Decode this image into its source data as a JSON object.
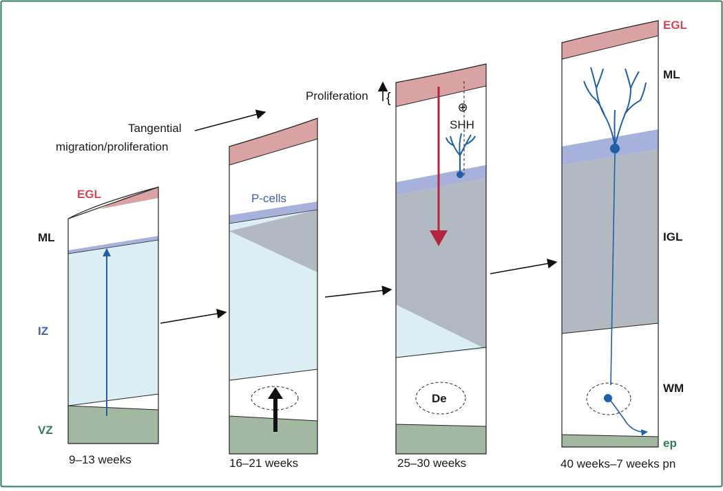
{
  "colors": {
    "frame": "#2e7d5b",
    "egl": "#d9a3a3",
    "pcell": "#a6b1dc",
    "iz": "#dbeef3",
    "igl": "#b3b9c1",
    "vz": "#a3b8a1",
    "neuron": "#1f5fa8",
    "red_arrow": "#b5243f",
    "label_red": "#d64556",
    "label_blue": "#3f5ea8",
    "label_green": "#2e7d5b"
  },
  "stages": [
    {
      "caption": "9–13 weeks"
    },
    {
      "caption": "16–21 weeks"
    },
    {
      "caption": "25–30 weeks"
    },
    {
      "caption": "40 weeks–7 weeks pn"
    }
  ],
  "labels": {
    "egl_left": "EGL",
    "ml_left": "ML",
    "iz": "IZ",
    "vz": "VZ",
    "tangential_line1": "Tangential",
    "tangential_line2": "migration/proliferation",
    "p_cells": "P-cells",
    "proliferation": "Proliferation",
    "brace": "{",
    "shh": "SHH",
    "plus": "⊕",
    "de": "De",
    "egl_right": "EGL",
    "ml_right": "ML",
    "igl": "IGL",
    "wm": "WM",
    "ep": "ep"
  }
}
